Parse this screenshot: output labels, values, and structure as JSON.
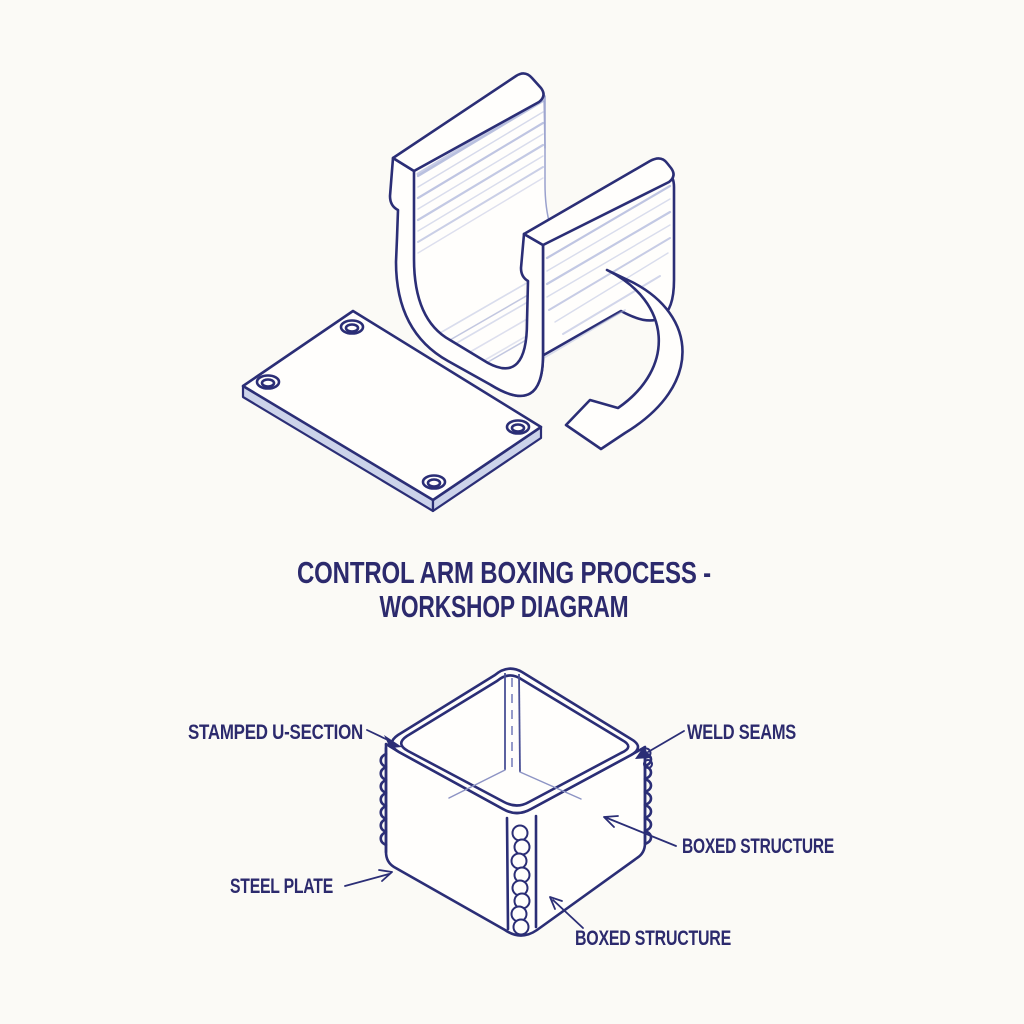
{
  "title": {
    "line1": "CONTROL ARM BOXING PROCESS -",
    "line2": "WORKSHOP DIAGRAM"
  },
  "labels": {
    "stamped_u_section": "STAMPED U-SECTION",
    "weld_seams": "WELD SEAMS",
    "boxed_structure_right": "BOXED STRUCTURE",
    "steel_plate": "STEEL PLATE",
    "boxed_structure_bottom": "BOXED STRUCTURE"
  },
  "diagram": {
    "top_parts": [
      "stamped u-section channel",
      "steel closing plate with four holes"
    ],
    "arrow_icon": "curved-assembly-arrow",
    "bottom_part": "welded boxed structure with weld bead seams",
    "plate_hole_count": 4,
    "weld_bead_count": 8
  },
  "colors": {
    "paper": "#fbfaf6",
    "ink": "#2b2e76",
    "ink_text": "#2c2a6d",
    "hatch": "#b4bbdd",
    "plate_edge": "#ccd3ea"
  }
}
